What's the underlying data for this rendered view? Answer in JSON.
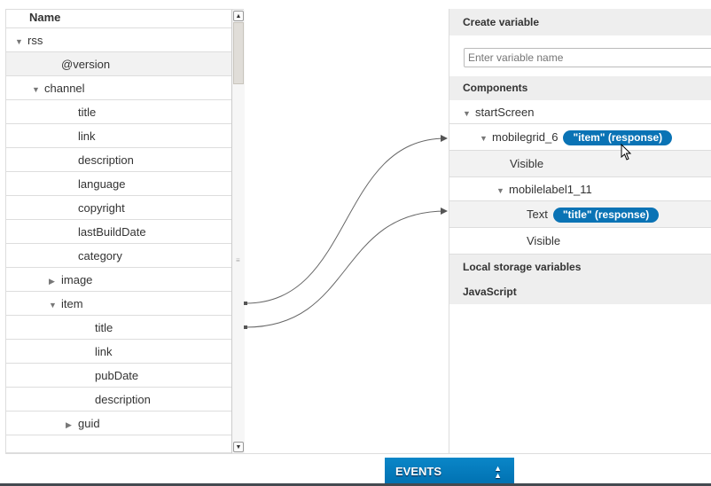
{
  "tree": {
    "header": "Name",
    "rows": [
      {
        "label": "rss",
        "depth": 0,
        "toggle": "down"
      },
      {
        "label": "@version",
        "depth": 2,
        "toggle": "",
        "selected": true
      },
      {
        "label": "channel",
        "depth": 1,
        "toggle": "down"
      },
      {
        "label": "title",
        "depth": 3,
        "toggle": ""
      },
      {
        "label": "link",
        "depth": 3,
        "toggle": ""
      },
      {
        "label": "description",
        "depth": 3,
        "toggle": ""
      },
      {
        "label": "language",
        "depth": 3,
        "toggle": ""
      },
      {
        "label": "copyright",
        "depth": 3,
        "toggle": ""
      },
      {
        "label": "lastBuildDate",
        "depth": 3,
        "toggle": ""
      },
      {
        "label": "category",
        "depth": 3,
        "toggle": ""
      },
      {
        "label": "image",
        "depth": 2,
        "toggle": "right"
      },
      {
        "label": "item",
        "depth": 2,
        "toggle": "down"
      },
      {
        "label": "title",
        "depth": 4,
        "toggle": ""
      },
      {
        "label": "link",
        "depth": 4,
        "toggle": ""
      },
      {
        "label": "pubDate",
        "depth": 4,
        "toggle": ""
      },
      {
        "label": "description",
        "depth": 4,
        "toggle": ""
      },
      {
        "label": "guid",
        "depth": 3,
        "toggle": "right"
      }
    ]
  },
  "right": {
    "create_variable": "Create variable",
    "input_placeholder": "Enter variable name",
    "components": "Components",
    "start_screen": "startScreen",
    "grid": "mobilegrid_6",
    "grid_binding": "\"item\" (response)",
    "grid_visible": "Visible",
    "label": "mobilelabel1_11",
    "label_text": "Text",
    "label_binding": "\"title\" (response)",
    "label_visible": "Visible",
    "local_storage": "Local storage variables",
    "javascript": "JavaScript"
  },
  "events": {
    "label": "EVENTS"
  },
  "colors": {
    "accent": "#0a73b5"
  }
}
